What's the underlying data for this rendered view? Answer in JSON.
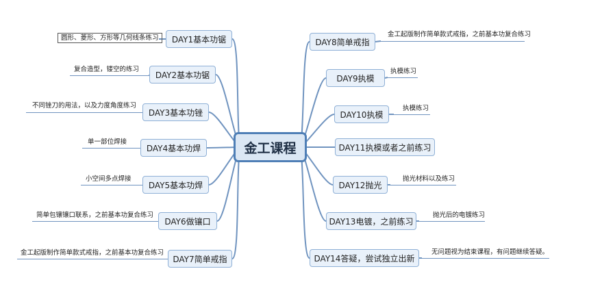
{
  "center": {
    "label": "金工课程"
  },
  "left_topics": [
    {
      "label": "DAY1基本功锯",
      "note": "圆形、菱形、方形等几何线条练习"
    },
    {
      "label": "DAY2基本功锯",
      "note": "复合造型，镂空的练习"
    },
    {
      "label": "DAY3基本功锉",
      "note": "不同锉刀的用法，以及力度角度练习"
    },
    {
      "label": "DAY4基本功焊",
      "note": "单一部位焊接"
    },
    {
      "label": "DAY5基本功焊",
      "note": "小空间多点焊接"
    },
    {
      "label": "DAY6做镶口",
      "note": "简单包镶镶口联系，之前基本功复合练习"
    },
    {
      "label": "DAY7简单戒指",
      "note": "金工起版制作简单款式戒指，之前基本功复合练习"
    }
  ],
  "right_topics": [
    {
      "label": "DAY8简单戒指",
      "note": "金工起版制作简单款式戒指，之前基本功复合练习"
    },
    {
      "label": "DAY9执模",
      "note": "执模练习"
    },
    {
      "label": "DAY10执模",
      "note": "执模练习"
    },
    {
      "label": "DAY11执模或者之前练习",
      "note": ""
    },
    {
      "label": "DAY12抛光",
      "note": "抛光材料以及练习"
    },
    {
      "label": "DAY13电镀，之前练习",
      "note": "抛光后的电镀练习"
    },
    {
      "label": "DAY14答疑，尝试独立出新",
      "note": "无问题视为结束课程，有问题继续答疑。"
    }
  ],
  "colors": {
    "line": "#6f93bf",
    "central_border": "#4f7fb6",
    "central_fill": "#dbe7f4",
    "topic_fill": "#e9f1fa",
    "topic_border": "#8fb0d6"
  }
}
